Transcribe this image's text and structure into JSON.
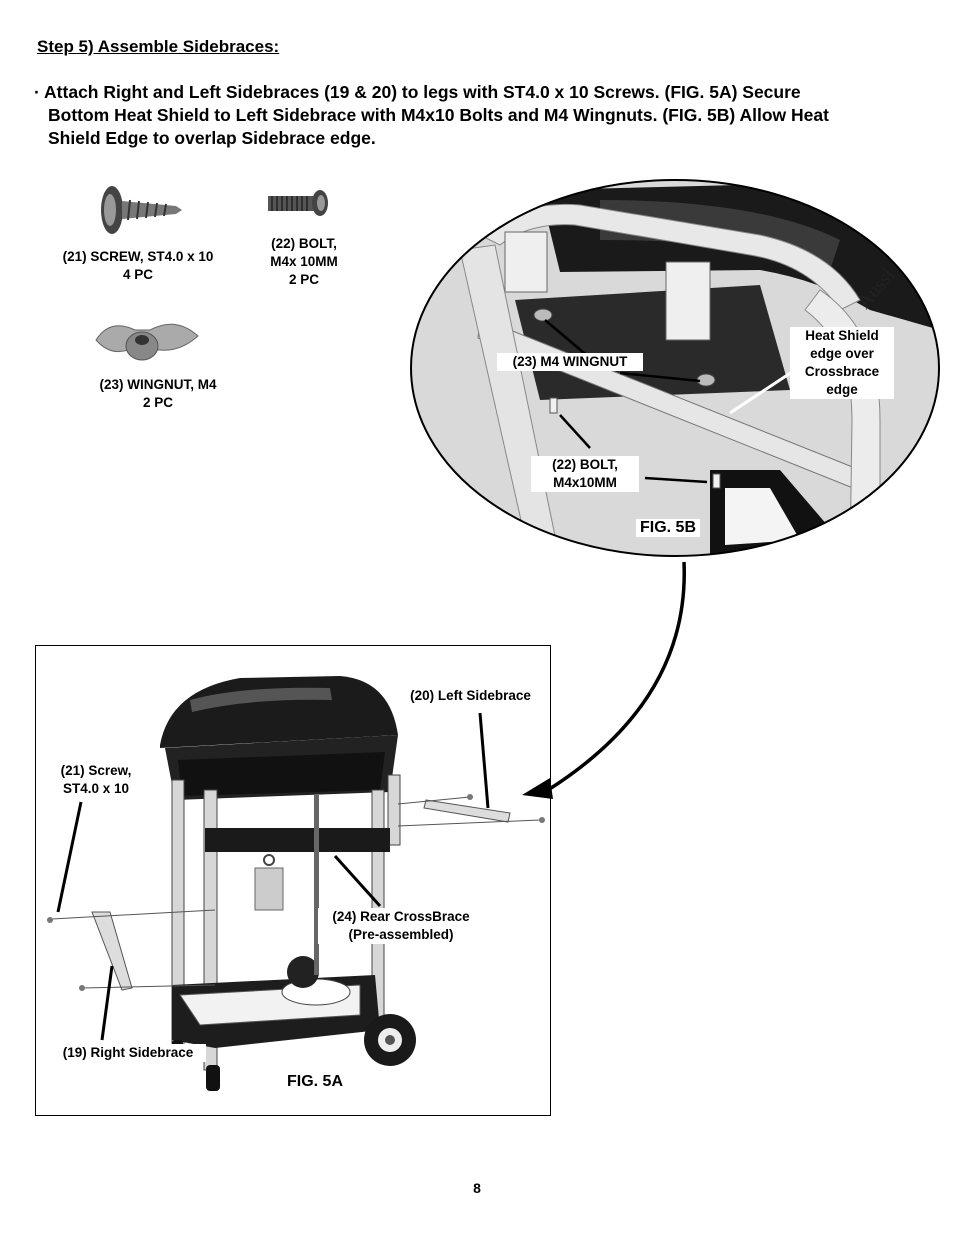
{
  "heading": "Step 5) Assemble Sidebraces:",
  "instruction_lines": [
    "· Attach Right and Left Sidebraces (19 & 20) to legs with ST4.0 x 10 Screws. (FIG. 5A) Secure",
    "Bottom Heat Shield to Left Sidebrace with M4x10 Bolts and M4 Wingnuts. (FIG. 5B) Allow Heat",
    "Shield Edge to overlap Sidebrace edge."
  ],
  "parts": {
    "screw": {
      "line1": "(21) SCREW, ST4.0 x 10",
      "line2": "4 PC"
    },
    "bolt": {
      "line1": "(22) BOLT,",
      "line2": "M4x 10MM",
      "line3": "2 PC"
    },
    "wingnut": {
      "line1": "(23) WINGNUT, M4",
      "line2": "2 PC"
    }
  },
  "fig5b": {
    "title": "FIG. 5B",
    "wingnut_label": "(23) M4 WINGNUT",
    "bolt_label_1": "(22) BOLT,",
    "bolt_label_2": "M4x10MM",
    "heat_shield_1": "Heat Shield",
    "heat_shield_2": "edge over",
    "heat_shield_3": "Crossbrace",
    "heat_shield_4": "edge",
    "brand_text": "Aussi"
  },
  "fig5a": {
    "title": "FIG. 5A",
    "left_sidebrace": "(20) Left Sidebrace",
    "screw_1": "(21) Screw,",
    "screw_2": "ST4.0 x 10",
    "crossbrace_1": "(24) Rear CrossBrace",
    "crossbrace_2": "(Pre-assembled)",
    "right_sidebrace": "(19) Right Sidebrace"
  },
  "page_number": "8"
}
